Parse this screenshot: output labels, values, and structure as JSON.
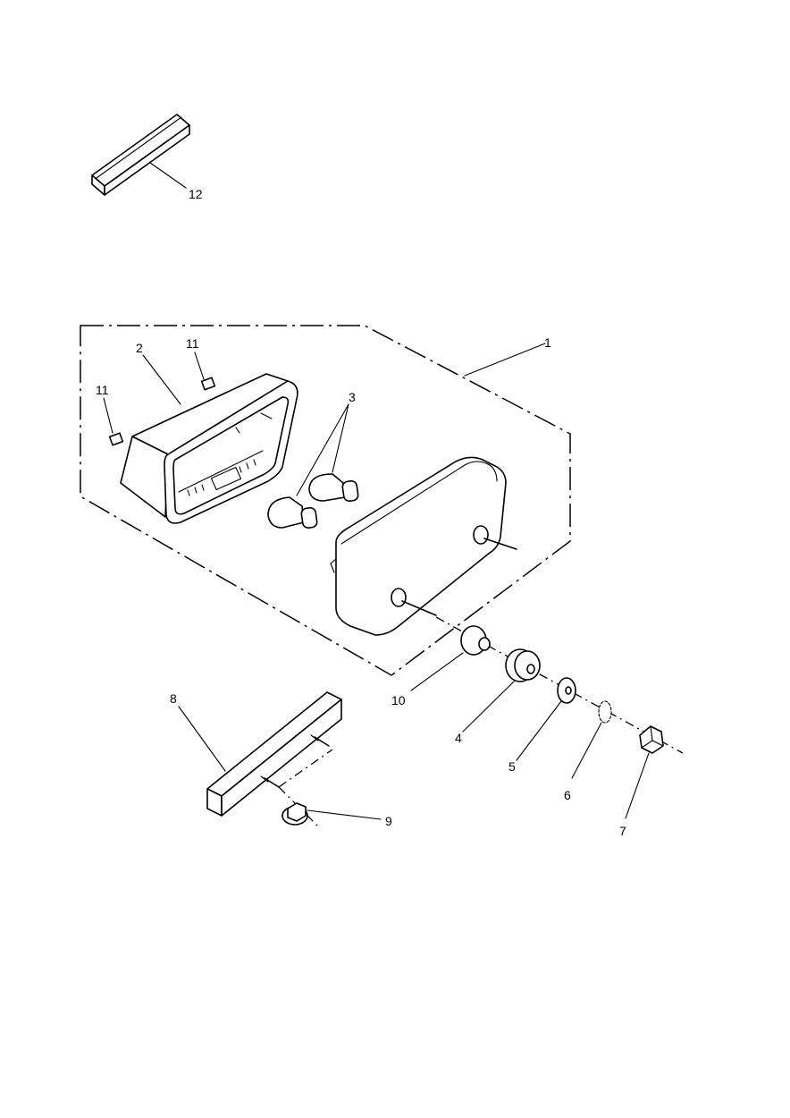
{
  "callouts": {
    "c1": "1",
    "c2": "2",
    "c3": "3",
    "c4": "4",
    "c5": "5",
    "c6": "6",
    "c7": "7",
    "c8": "8",
    "c9": "9",
    "c10": "10",
    "c11a": "11",
    "c11b": "11",
    "c12": "12"
  },
  "icons": {
    "part-12": "rubber-strip-icon",
    "part-2": "lamp-lens-housing-icon",
    "part-3": "bulb-icon",
    "part-1": "lamp-body-icon",
    "part-8": "mounting-bracket-icon"
  }
}
